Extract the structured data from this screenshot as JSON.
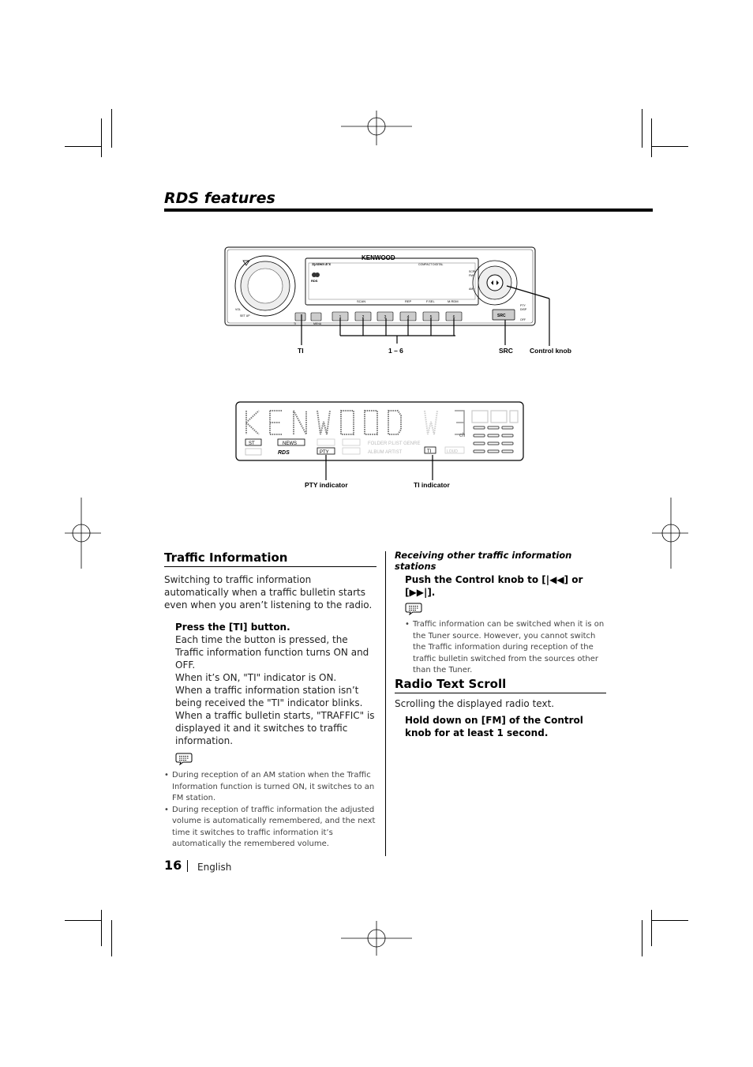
{
  "page": {
    "section_title": "RDS features",
    "page_number": "16",
    "language": "English"
  },
  "figures": {
    "unit_labels": {
      "ti": "TI",
      "presets": "1 – 6",
      "src": "SRC",
      "control_knob": "Control knob"
    },
    "unit_face": {
      "brand": "KENWOOD",
      "system_text": "System E’x",
      "compact_disc": "COMPACT DIGITAL",
      "rds": "RDS",
      "bottom_labels": [
        "SCAN",
        "REP",
        "F.SEL",
        "M.RDM"
      ],
      "right_labels": [
        "SCRL",
        "FM+",
        "AM−",
        "PTY",
        "DISP",
        "OFF"
      ],
      "left_labels": [
        "ATT",
        "VOL",
        "AUD",
        "SET UP"
      ],
      "button_ti": "TI",
      "button_menu": "MENU",
      "presets": [
        "1",
        "2",
        "3",
        "4",
        "5",
        "6"
      ],
      "src": "SRC"
    },
    "display": {
      "chars": "KENWOOD",
      "ch": "ch",
      "st": "ST",
      "news": "NEWS",
      "pty": "PTY",
      "ti": "TI",
      "folder_row": "FOLDER  P.LIST  GENRE",
      "album_row": "ALBUM  ARTIST",
      "loud": "LOUD",
      "rds_logo": "RDS"
    },
    "display_labels": {
      "pty": "PTY indicator",
      "ti": "TI indicator"
    }
  },
  "traffic_information": {
    "heading": "Traffic Information",
    "intro": "Switching to traffic information automatically when a traffic bulletin starts even when you aren’t listening to the radio.",
    "step": "Press the [TI] button.",
    "details": [
      "Each time the button is pressed, the Traffic information function turns ON and OFF.",
      "When it’s ON, \"TI\" indicator is ON.",
      "When a traffic information station isn’t being received the \"TI\" indicator blinks.",
      "When a traffic bulletin starts, \"TRAFFIC\" is displayed it and it switches to traffic information."
    ],
    "notes": [
      "During reception of an AM station when the Traffic Information function is turned ON, it switches to an FM station.",
      "During reception of traffic information the adjusted volume is automatically remembered, and the next time it switches to traffic information it’s automatically the remembered volume."
    ]
  },
  "receiving_other": {
    "heading": "Receiving other traffic information stations",
    "step": "Push the Control knob to [|◀◀] or [▶▶|].",
    "notes": [
      "Traffic information can be switched when it is on the Tuner source. However, you cannot switch the Traffic information during reception of the traffic bulletin switched from the sources other than the Tuner."
    ]
  },
  "radio_text_scroll": {
    "heading": "Radio Text Scroll",
    "intro": "Scrolling the displayed radio text.",
    "step": "Hold down on [FM] of the Control knob for at least 1 second."
  }
}
